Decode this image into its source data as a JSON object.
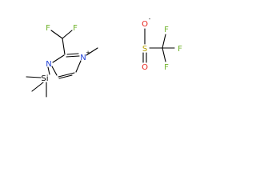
{
  "molecule": {
    "cation_atoms": {
      "n3": "N",
      "n3_charge": "+",
      "n1": "N",
      "si": "Si",
      "f_left": "F",
      "f_right": "F"
    },
    "anion_atoms": {
      "o_top": "O",
      "o_top_charge": "-",
      "s": "S",
      "o_bottom": "O",
      "f_upper": "F",
      "f_right": "F",
      "f_lower": "F"
    },
    "colors": {
      "nitrogen": "#1f3fd6",
      "oxygen": "#e8251d",
      "sulfur": "#b8a100",
      "fluorine": "#6fb229",
      "silicon": "#000000",
      "bond": "#000000"
    }
  }
}
